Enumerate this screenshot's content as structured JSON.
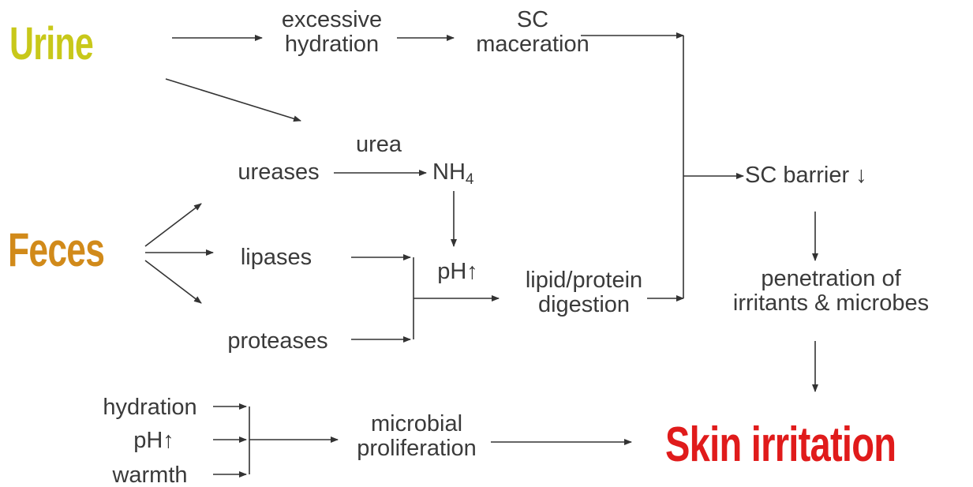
{
  "colors": {
    "urine": "#c8c81a",
    "feces": "#d18a1a",
    "skin_irritation": "#e01b1b",
    "text": "#3a3a3a",
    "arrow": "#333333"
  },
  "sources": {
    "urine": "Urine",
    "feces": "Feces"
  },
  "outcome": "Skin irritation",
  "nodes": {
    "excessive_hydration": [
      "excessive",
      "hydration"
    ],
    "sc_maceration": [
      "SC",
      "maceration"
    ],
    "urea": "urea",
    "ureases": "ureases",
    "nh4": {
      "base": "NH",
      "subscript": "4"
    },
    "lipases": "lipases",
    "ph_up": "pH↑",
    "proteases": "proteases",
    "lipid_protein_digestion": [
      "lipid/protein",
      "digestion"
    ],
    "sc_barrier": "SC barrier ↓",
    "penetration": [
      "penetration of",
      "irritants & microbes"
    ],
    "factor_hydration": "hydration",
    "factor_ph": "pH↑",
    "factor_warmth": "warmth",
    "microbial_proliferation": [
      "microbial",
      "proliferation"
    ]
  }
}
